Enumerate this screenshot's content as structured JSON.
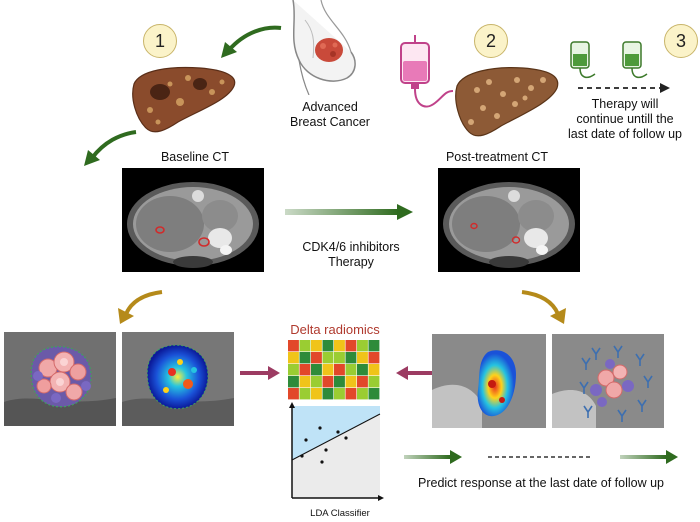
{
  "steps": {
    "one": "1",
    "two": "2",
    "three": "3"
  },
  "labels": {
    "disease": [
      "Advanced",
      "Breast Cancer"
    ],
    "baseline": "Baseline CT",
    "post": "Post-treatment CT",
    "therapy": [
      "CDK4/6 inhibitors",
      "Therapy"
    ],
    "continue": [
      "Therapy will",
      "continue untill the",
      "last date of follow up"
    ],
    "radiomics": "Delta radiomics",
    "classifier": "LDA Classifier",
    "predict": "Predict response at the last date of follow up"
  },
  "colors": {
    "arrow_green": "#2f6b1f",
    "arrow_gold": "#b58a1a",
    "arrow_maroon": "#9c3b62",
    "radiomics_title": "#b03a2e",
    "step_fill": "#fbf3c9"
  },
  "icons": [
    "liver-icon",
    "breast-icon",
    "iv-bag-icon"
  ],
  "heatmap": [
    [
      3,
      1,
      2,
      0,
      2,
      3,
      1,
      0
    ],
    [
      2,
      0,
      3,
      1,
      1,
      0,
      2,
      3
    ],
    [
      1,
      3,
      0,
      2,
      3,
      1,
      0,
      2
    ],
    [
      0,
      2,
      1,
      3,
      0,
      2,
      3,
      1
    ],
    [
      3,
      1,
      2,
      0,
      1,
      3,
      1,
      0
    ]
  ],
  "heatmap_palette": [
    "#2e8b3a",
    "#9acd32",
    "#f0c419",
    "#e2482a"
  ]
}
